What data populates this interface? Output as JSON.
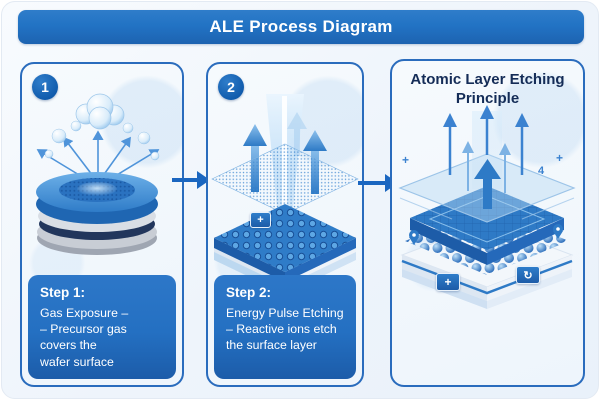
{
  "header": {
    "title": "ALE Process Diagram"
  },
  "steps": {
    "step1": {
      "badge": "1",
      "heading": "Step 1:",
      "body": "Gas Exposure –\n– Precursor gas covers the\nwafer surface"
    },
    "step2": {
      "badge": "2",
      "heading": "Step 2:",
      "body": "Energy Pulse Etching\n– Reactive ions etch\nthe surface layer",
      "block_badge": "+"
    }
  },
  "principle": {
    "title": "Atomic Layer Etching\nPrinciple",
    "marks": {
      "plus_left": "+",
      "plus_right": "+",
      "spark": "4"
    },
    "badges": {
      "plus": "+",
      "cycle": "↻"
    }
  },
  "icons": {
    "arrow_right": "→",
    "cloud": "gas-cloud",
    "pin": "location-pin"
  },
  "colors": {
    "header_blue": "#2273c4",
    "panel_border": "#2a6cbd",
    "step_box_blue": "#2470c2",
    "arrow_blue": "#1a66c0",
    "title_navy": "#142c57",
    "illustration_blue": "#2f7cc8"
  }
}
